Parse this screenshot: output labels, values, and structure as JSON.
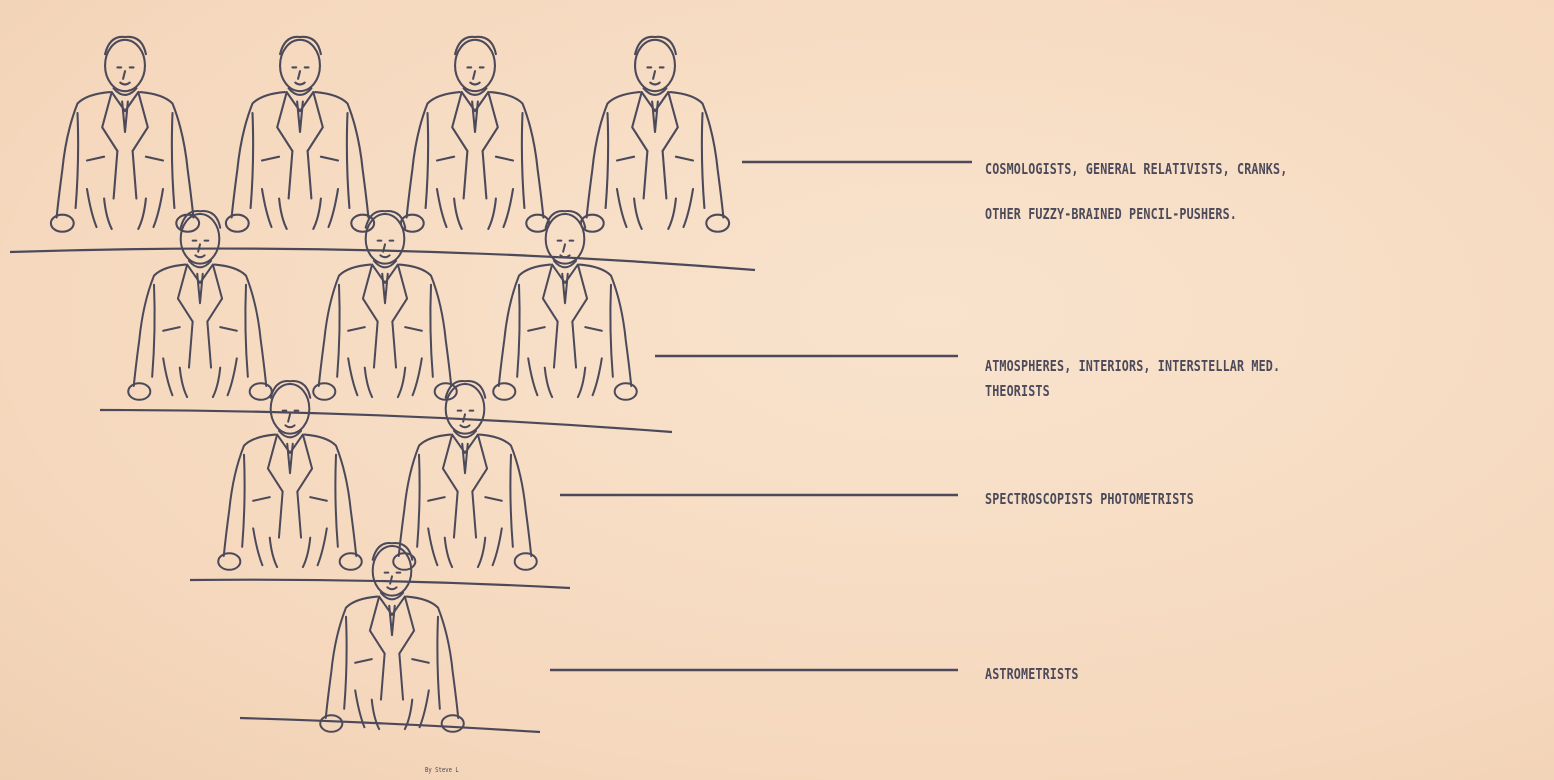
{
  "tiers": [
    {
      "name": "top",
      "lines": [
        "COSMOLOGISTS, GENERAL RELATIVISTS, CRANKS,",
        "OTHER FUZZY-BRAINED PENCIL-PUSHERS."
      ]
    },
    {
      "name": "second",
      "lines": [
        "ATMOSPHERES, INTERIORS, INTERSTELLAR MED.",
        "THEORISTS"
      ]
    },
    {
      "name": "third",
      "lines": [
        "SPECTROSCOPISTS PHOTOMETRISTS"
      ]
    },
    {
      "name": "base",
      "lines": [
        "ASTROMETRISTS"
      ]
    }
  ],
  "signature": "By Steve L",
  "colors": {
    "paper": "#f7ddc4",
    "ink": "#4c4a5a"
  }
}
